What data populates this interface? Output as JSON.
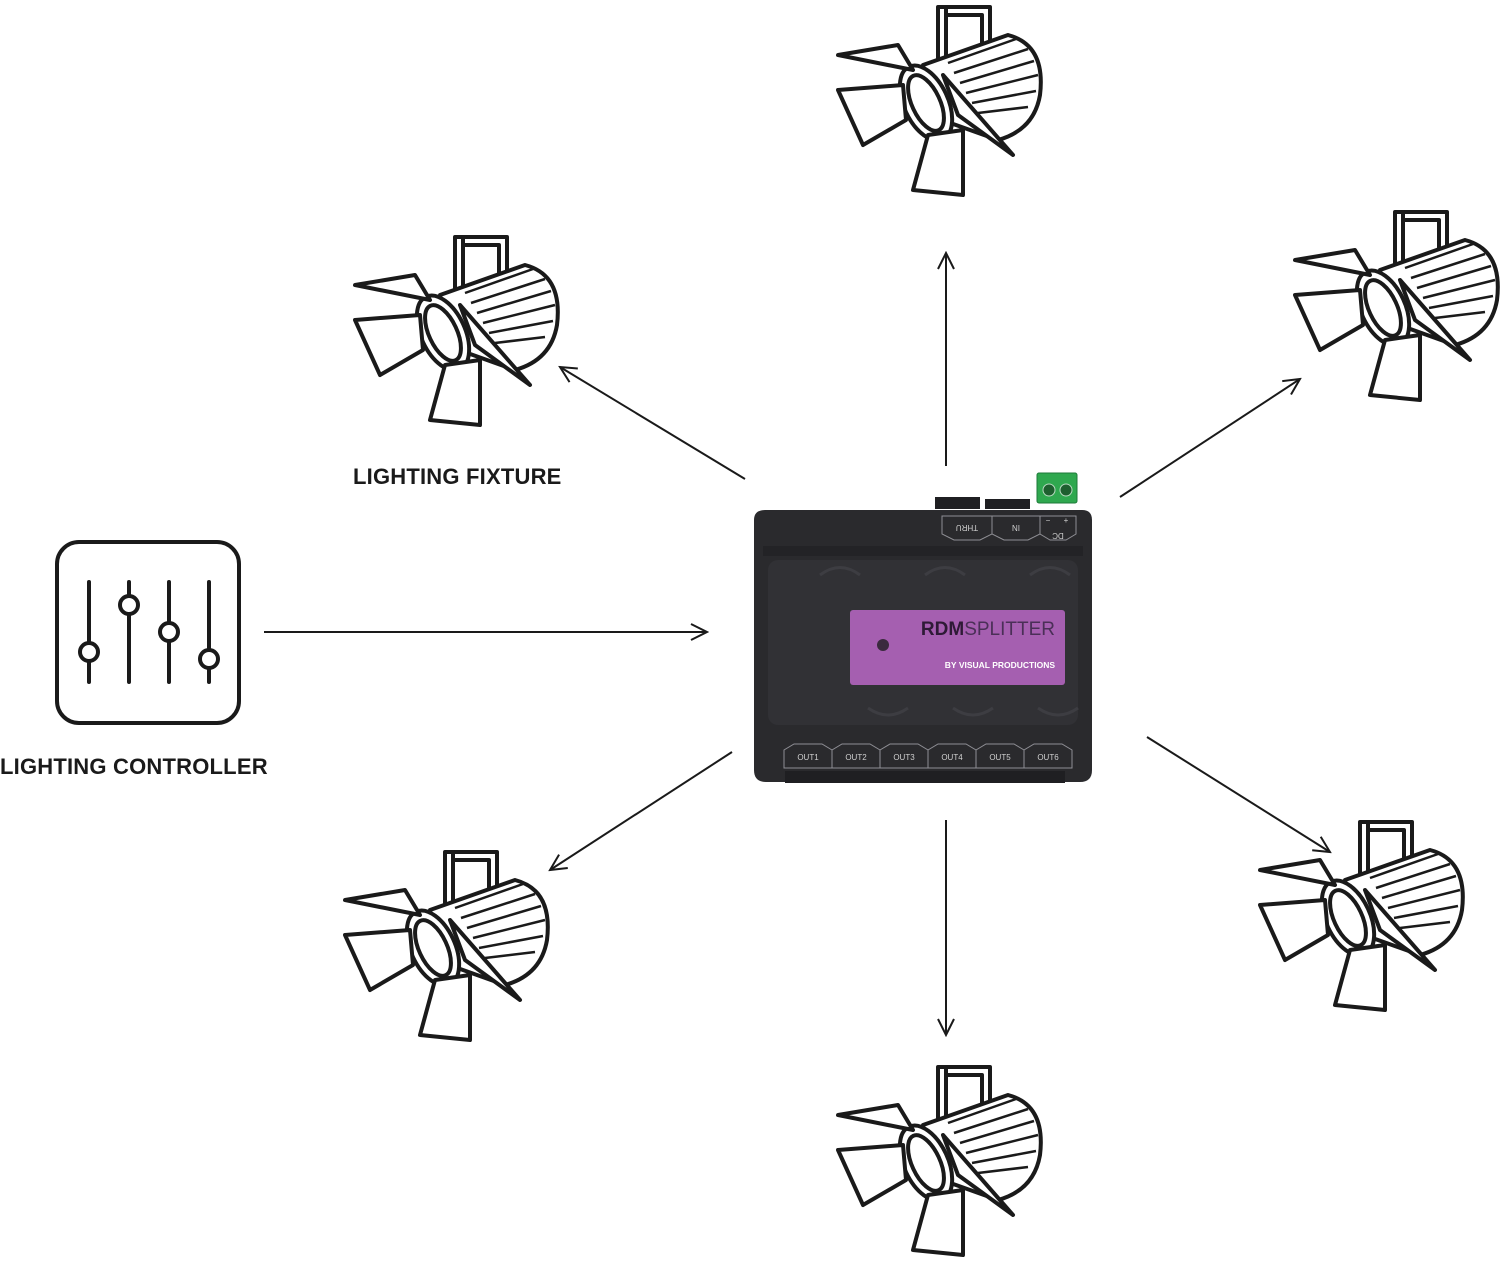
{
  "nodes": {
    "controller": {
      "label": "LIGHTING CONTROLLER",
      "icon": "mixer-sliders-icon"
    },
    "fixture": {
      "label": "LIGHTING FIXTURE",
      "icon": "spotlight-fixture-icon"
    },
    "splitter": {
      "brand_bold": "RDM",
      "brand_light": "SPLITTER",
      "maker": "BY VISUAL PRODUCTIONS",
      "top_ports": [
        "THRU",
        "IN",
        "DC"
      ],
      "power_signs": [
        "−",
        "+"
      ],
      "out_ports": [
        "OUT1",
        "OUT2",
        "OUT3",
        "OUT4",
        "OUT5",
        "OUT6"
      ],
      "colors": {
        "body": "#2a2a2d",
        "panel": "#a55fb0",
        "terminal": "#2fa84f"
      }
    }
  },
  "edges": [
    {
      "from": "controller",
      "to": "splitter"
    },
    {
      "from": "splitter",
      "to": "fixture"
    },
    {
      "from": "splitter",
      "to": "fixture"
    },
    {
      "from": "splitter",
      "to": "fixture"
    },
    {
      "from": "splitter",
      "to": "fixture"
    },
    {
      "from": "splitter",
      "to": "fixture"
    },
    {
      "from": "splitter",
      "to": "fixture"
    }
  ]
}
